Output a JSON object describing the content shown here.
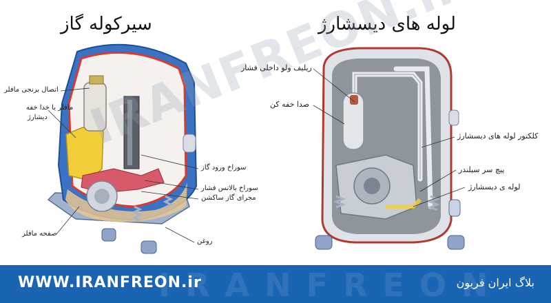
{
  "left_diagram": {
    "title": "سیرکوله گاز",
    "labels": [
      "اتصال برنجی مافلر",
      "مافلر یا خدا خفه",
      "دیشارژ",
      "سوراخ ورود گاز",
      "سوراخ بالانس فشار",
      "مجرای گاز ساکشن",
      "صفحه مافلر",
      "روغن"
    ]
  },
  "right_diagram": {
    "title": "لوله های دیسشارژ",
    "labels": [
      "ریلیف ولو داخلی فشار",
      "صدا خفه کن",
      "کلکتور لوله های دیسشارژ",
      "پیچ سر سیلندر",
      "لوله ی دیسشارژ"
    ]
  },
  "watermark": "IRANFREON.ir",
  "footer": {
    "url": "WWW.IRANFREON.ir",
    "blog": "بلاگ ایران فریون",
    "background_text": "IRANFREON"
  },
  "colors": {
    "footer_bg": "#1a64b4",
    "shell_blue": "#3a72c4",
    "shell_red": "#d83a2e",
    "muffler_yellow": "#f2cf3a"
  }
}
